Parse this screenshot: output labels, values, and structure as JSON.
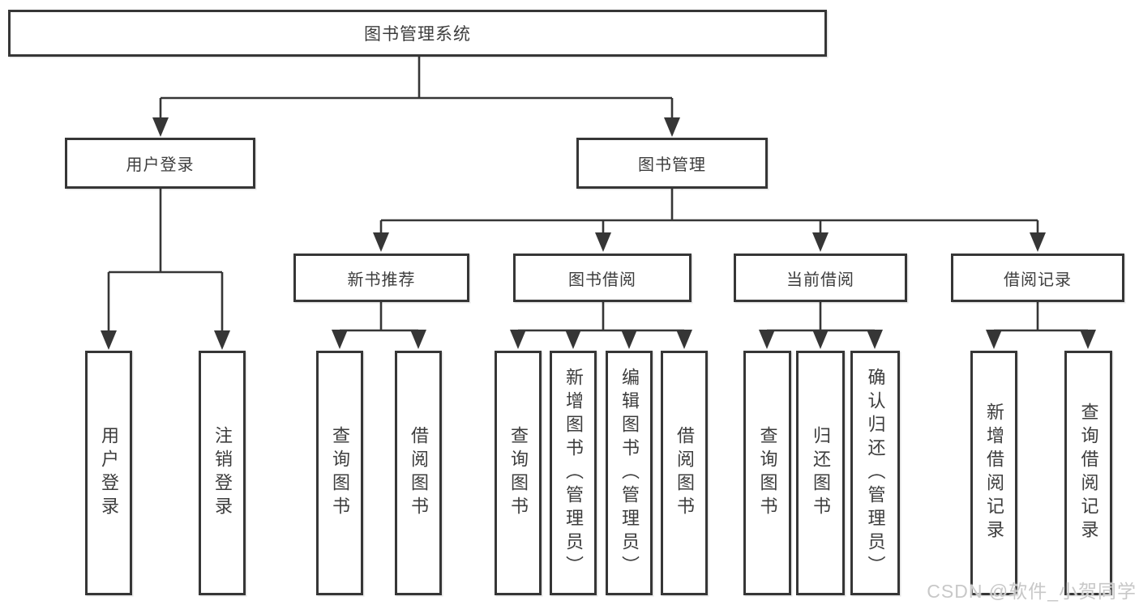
{
  "tree": {
    "root": "图书管理系统",
    "level2": [
      {
        "label": "用户登录",
        "leaves": [
          "用户登录",
          "注销登录"
        ]
      },
      {
        "label": "图书管理",
        "groups": [
          {
            "label": "新书推荐",
            "leaves": [
              "查询图书",
              "借阅图书"
            ]
          },
          {
            "label": "图书借阅",
            "leaves": [
              "查询图书",
              "新增图书（管理员）",
              "编辑图书（管理员）",
              "借阅图书"
            ]
          },
          {
            "label": "当前借阅",
            "leaves": [
              "查询图书",
              "归还图书",
              "确认归还（管理员）"
            ]
          },
          {
            "label": "借阅记录",
            "leaves": [
              "新增借阅记录",
              "查询借阅记录"
            ]
          }
        ]
      }
    ]
  },
  "watermark": {
    "text": "CSDN @软件_小贺同学"
  },
  "colors": {
    "line": "#363636",
    "text": "#3d3d3d",
    "background": "#ffffff",
    "watermark": "#c8c8c8"
  }
}
